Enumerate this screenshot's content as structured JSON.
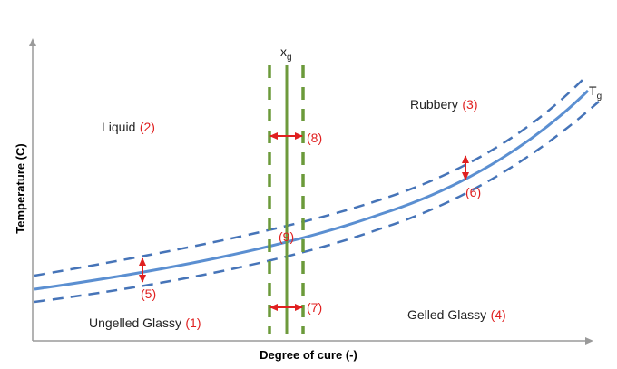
{
  "axes": {
    "x_label": "Degree of cure (-)",
    "y_label": "Temperature (C)"
  },
  "curves": {
    "xg_symbol": "x",
    "xg_subscript": "g",
    "tg_symbol": "T",
    "tg_subscript": "g"
  },
  "regions": [
    {
      "name": "Liquid",
      "number": "(2)"
    },
    {
      "name": "Rubbery",
      "number": "(3)"
    },
    {
      "name": "Ungelled Glassy",
      "number": "(1)"
    },
    {
      "name": "Gelled Glassy",
      "number": "(4)"
    }
  ],
  "markers": [
    "(5)",
    "(6)",
    "(7)",
    "(8)",
    "(9)"
  ],
  "colors": {
    "tg_curve": "#5b8fd1",
    "tg_band": "#4674b8",
    "xg_line": "#6e9a3c",
    "xg_band": "#6b9a3a",
    "arrows": "#e02020",
    "numbers": "#e02020",
    "axis": "#9a9a9a"
  }
}
